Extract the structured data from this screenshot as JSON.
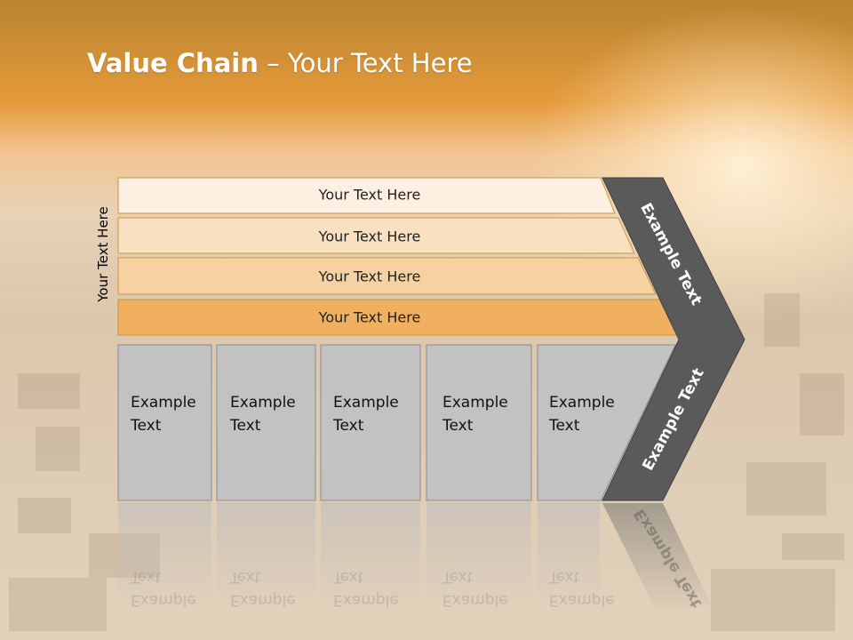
{
  "title": {
    "bold": "Value Chain",
    "rest": " – Your Text Here"
  },
  "side_label": "Your Text Here",
  "bands": [
    {
      "label": "Your Text Here",
      "fill": "#fdf0e2"
    },
    {
      "label": "Your Text Here",
      "fill": "#f9e0c0"
    },
    {
      "label": "Your Text Here",
      "fill": "#f6d2a2"
    },
    {
      "label": "Your Text Here",
      "fill": "#f0b060"
    }
  ],
  "boxes": [
    {
      "line1": "Example",
      "line2": "Text"
    },
    {
      "line1": "Example",
      "line2": "Text"
    },
    {
      "line1": "Example",
      "line2": "Text"
    },
    {
      "line1": "Example",
      "line2": "Text"
    },
    {
      "line1": "Example",
      "line2": "Text"
    }
  ],
  "chevron": {
    "top_label": "Example Text",
    "bottom_label": "Example Text",
    "color": "#5a5a5a"
  },
  "colors": {
    "box_fill": "#c2c2c2",
    "band_border": "#c8963c",
    "sky_top": "#c88a30",
    "sky_mid": "#f2c488",
    "city": "#dcc8aa"
  }
}
